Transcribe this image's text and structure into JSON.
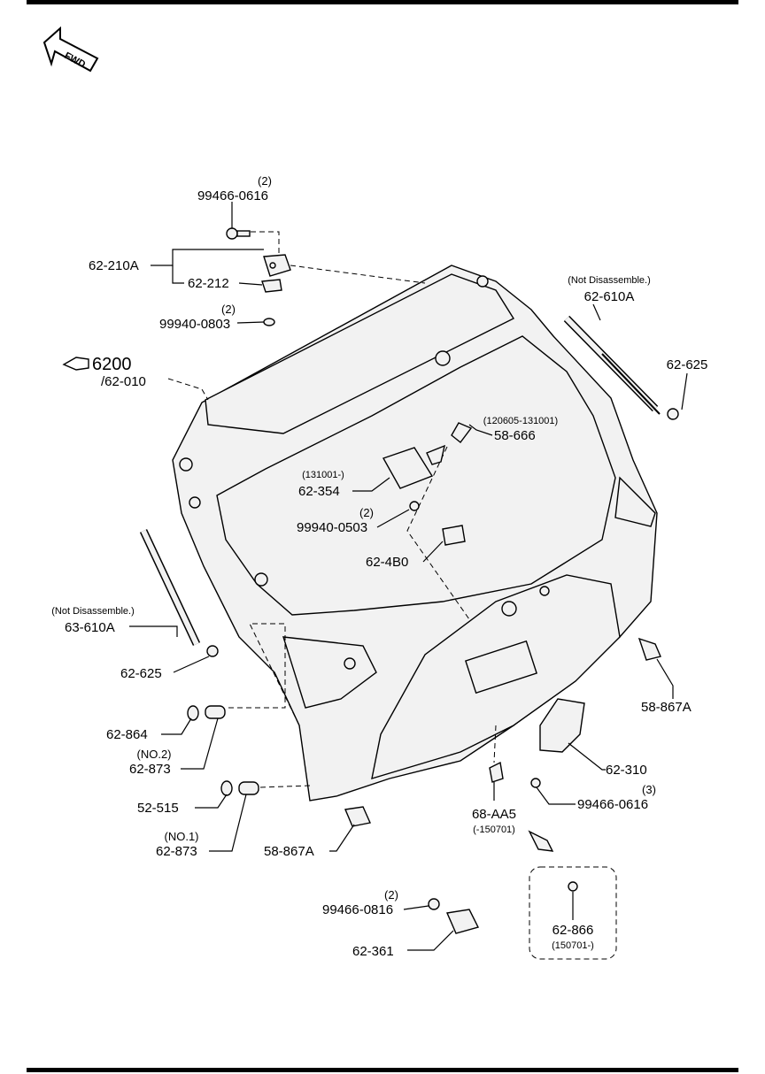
{
  "fwd_label": "FWD",
  "callouts": {
    "qty_99466_0616_top": "(2)",
    "p_99466_0616_top": "99466-0616",
    "p_62_210A": "62-210A",
    "p_62_212": "62-212",
    "qty_99940_0803": "(2)",
    "p_99940_0803": "99940-0803",
    "ref_6200": "6200",
    "p_62_010": "/62-010",
    "note_62_610A": "(Not Disassemble.)",
    "p_62_610A": "62-610A",
    "p_62_625_right": "62-625",
    "date_58_666": "(120605-131001)",
    "p_58_666": "58-666",
    "date_62_354": "(131001-)",
    "p_62_354": "62-354",
    "qty_99940_0503": "(2)",
    "p_99940_0503": "99940-0503",
    "p_62_4B0": "62-4B0",
    "note_63_610A": "(Not Disassemble.)",
    "p_63_610A": "63-610A",
    "p_62_625_left": "62-625",
    "p_58_867A_right": "58-867A",
    "p_62_864": "62-864",
    "qty_62_873_no2": "(NO.2)",
    "p_62_873_no2": "62-873",
    "p_62_310": "62-310",
    "qty_99466_0616_bottom": "(3)",
    "p_99466_0616_bottom": "99466-0616",
    "p_52_515": "52-515",
    "p_68_AA5": "68-AA5",
    "date_68_AA5": "(-150701)",
    "qty_62_873_no1": "(NO.1)",
    "p_62_873_no1": "62-873",
    "p_58_867A_left": "58-867A",
    "qty_99466_0816": "(2)",
    "p_99466_0816": "99466-0816",
    "p_62_361": "62-361",
    "p_62_866": "62-866",
    "date_62_866": "(150701-)"
  }
}
